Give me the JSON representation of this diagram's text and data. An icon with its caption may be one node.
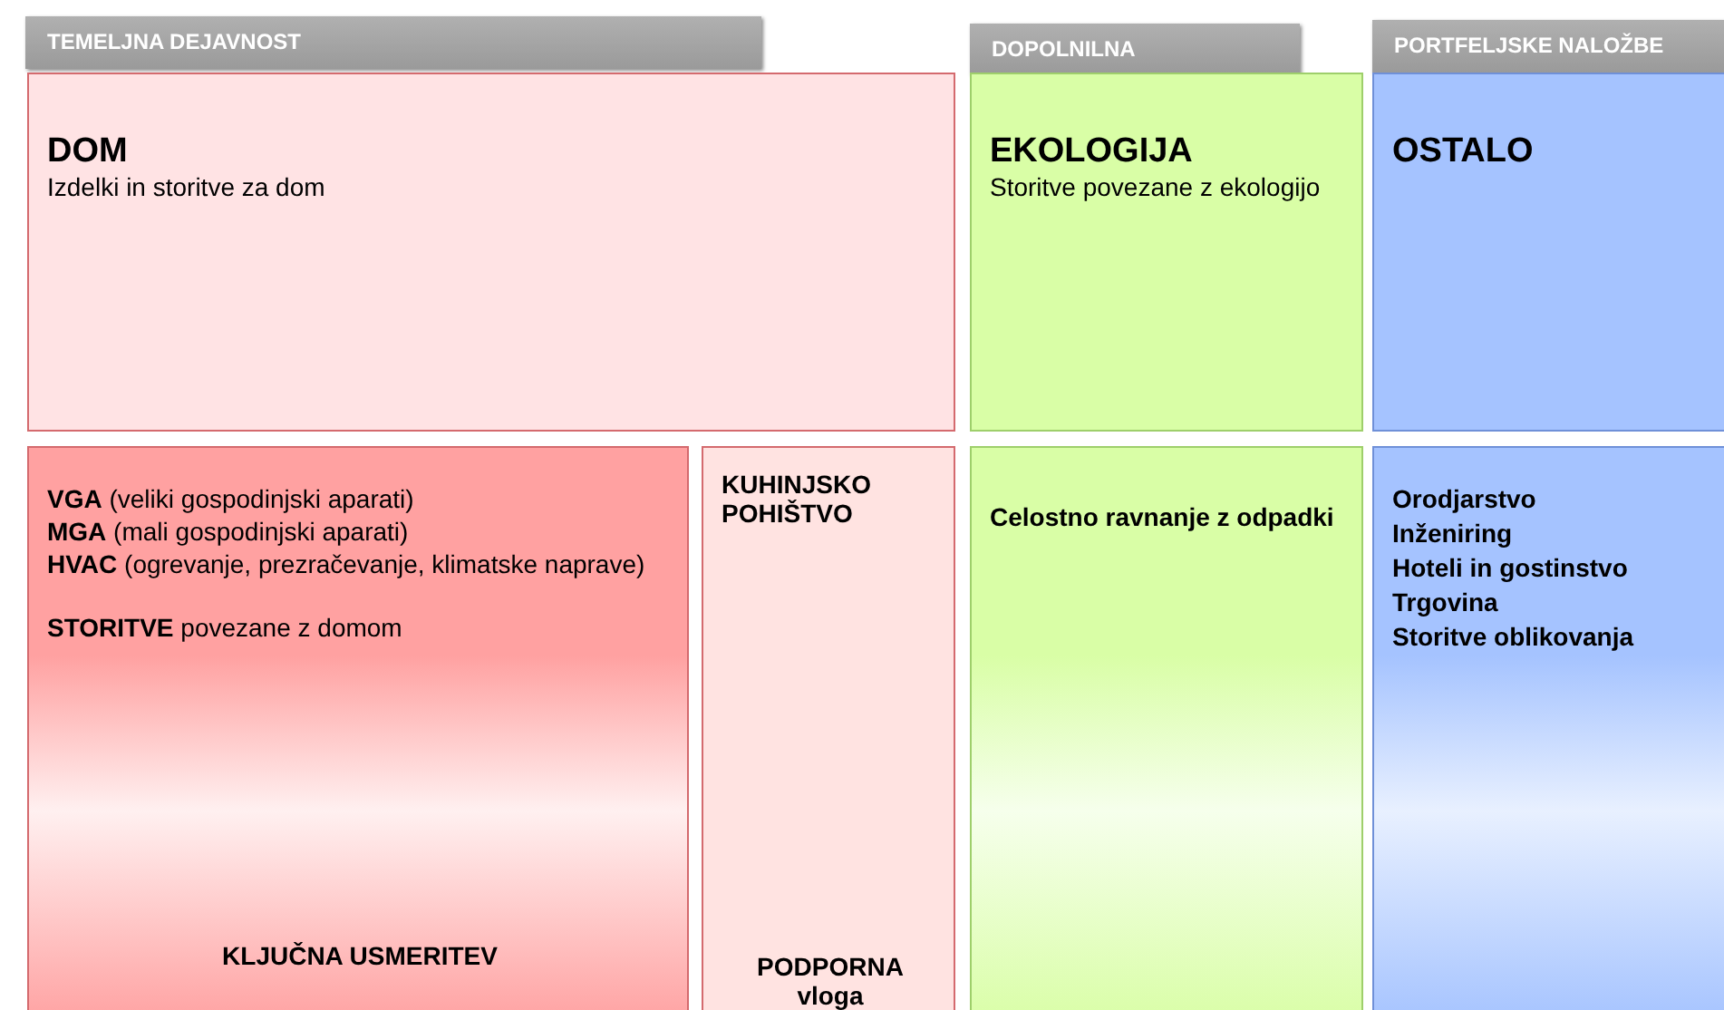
{
  "diagram": {
    "nodes": [
      {
        "text": [
          "TEMELJNA DEJAVNOST"
        ]
      },
      {
        "text": [
          "DOPOLNILNA"
        ]
      },
      {
        "text": [
          "PORTFELJSKE NALOŽBE"
        ]
      },
      {
        "text": [
          "DOM",
          "Izdelki in storitve za dom"
        ]
      },
      {
        "text": [
          "EKOLOGIJA",
          "Storitve povezane z ekologijo"
        ]
      },
      {
        "text": [
          "OSTALO"
        ]
      },
      {
        "text": [
          "**VGA** (veliki gospodinjski aparati)",
          "**MGA** (mali gospodinjski aparati)",
          "**HVAC** (ogrevanje, prezračevanje, klimatske naprave)",
          "**STORITVE** povezane z domom",
          "KLJUČNA USMERITEV"
        ]
      },
      {
        "text": [
          "KUHINJSKO POHIŠTVO",
          "PODPORNA vloga"
        ]
      },
      {
        "text": [
          "Celostno ravnanje z odpadki"
        ]
      },
      {
        "text": [
          "Orodjarstvo",
          "Inženiring",
          "Hoteli in gostinstvo",
          "Trgovina",
          "Storitve oblikovanja"
        ]
      }
    ]
  }
}
